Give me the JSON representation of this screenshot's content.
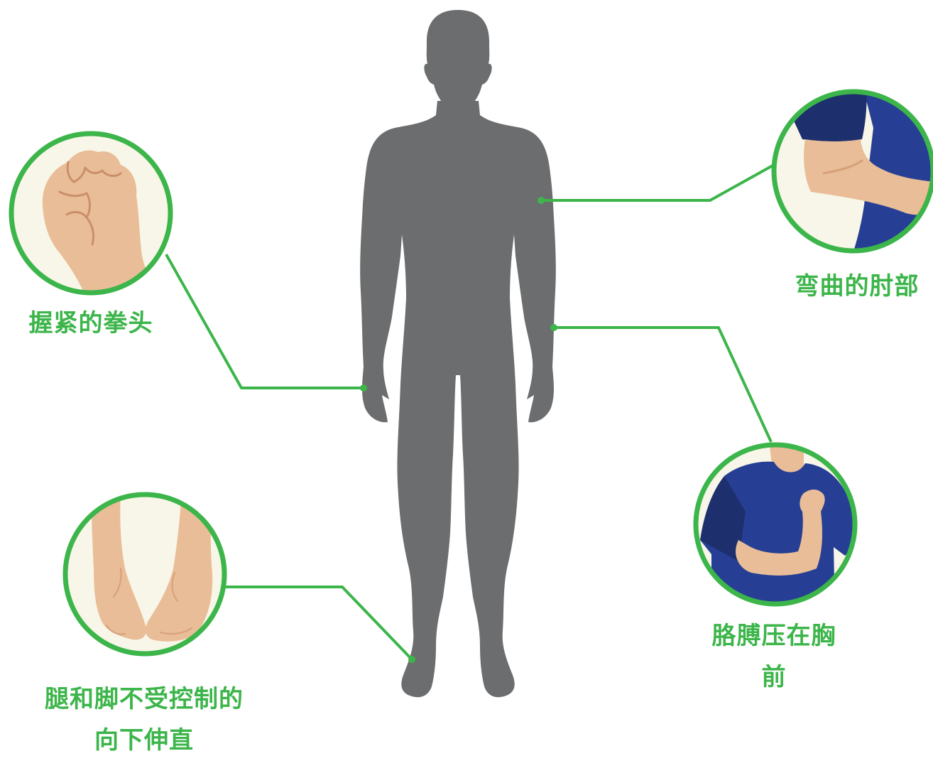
{
  "colors": {
    "accent_green": "#3cb54a",
    "silhouette": "#6c6d6f",
    "circle_fill": "#f8f6e8",
    "skin": "#e9bd97",
    "skin_shadow": "#d6a07a",
    "shirt_dark": "#1e2f6e",
    "shirt": "#263f94"
  },
  "icons": [
    "human-silhouette",
    "clenched-fist",
    "bent-elbow",
    "arm-pressed-to-chest",
    "feet-pointed-down"
  ],
  "callouts": {
    "fist": {
      "label": "握紧的拳头"
    },
    "elbow": {
      "label": "弯曲的肘部"
    },
    "arm_chest": {
      "label_line1": "胳膊压在胸",
      "label_line2": "前"
    },
    "legs": {
      "label_line1": "腿和脚不受控制的",
      "label_line2": "向下伸直"
    }
  }
}
